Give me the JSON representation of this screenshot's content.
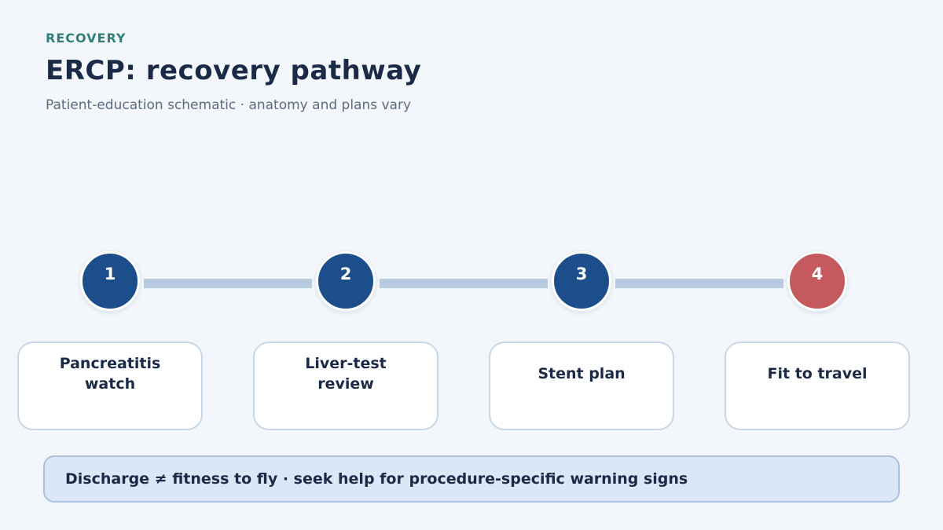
{
  "header": {
    "eyebrow": "RECOVERY",
    "title": "ERCP: recovery pathway",
    "subtitle": "Patient-education schematic · anatomy and plans vary"
  },
  "steps": [
    {
      "number": "1",
      "label": "Pancreatitis\nwatch",
      "color": "#1d4e8c"
    },
    {
      "number": "2",
      "label": "Liver-test\nreview",
      "color": "#1d4e8c"
    },
    {
      "number": "3",
      "label": "Stent plan",
      "color": "#1d4e8c"
    },
    {
      "number": "4",
      "label": "Fit to travel",
      "color": "#c45a5e"
    }
  ],
  "note": {
    "text": "Discharge ≠ fitness to fly · seek help for procedure-specific warning signs"
  },
  "colors": {
    "accent": "#2f7f7a",
    "step_blue": "#1d4e8c",
    "step_red": "#c45a5e",
    "connector": "#b7cbe0"
  }
}
